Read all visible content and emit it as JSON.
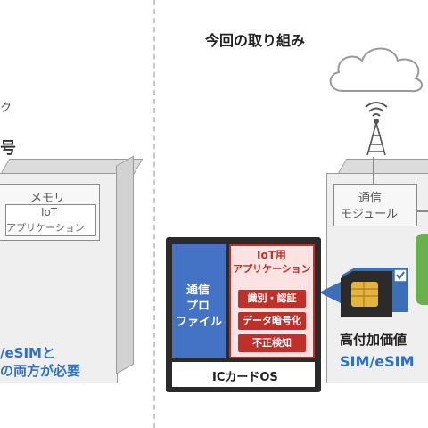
{
  "right_title": "今回の取り組み",
  "left": {
    "fragment_1": "ク",
    "fragment_2": "号",
    "memory_label": "メモリ",
    "iot_app_label_1": "IoT",
    "iot_app_label_2": "アプリケーション",
    "bottom_line_1": "/eSIMと",
    "bottom_line_2": "の両方が必要"
  },
  "right": {
    "comm_module_1": "通信",
    "comm_module_2": "モジュール",
    "profile_1": "通信",
    "profile_2": "プロ",
    "profile_3": "ファイル",
    "iot_app_1": "IoT用",
    "iot_app_2": "アプリケーション",
    "feature_1": "識別・認証",
    "feature_2": "データ暗号化",
    "feature_3": "不正検知",
    "ic_os": "ICカードOS",
    "caption_1": "高付加価値",
    "caption_2": "SIM/eSIM"
  },
  "colors": {
    "blue_profile": "#4472c4",
    "red_accent": "#c0302a",
    "pink_bg": "#fbe3e3",
    "blue_text": "#2f6fc4",
    "green_chip": "#6ab04c",
    "sim_gold": "#e3b53d"
  }
}
